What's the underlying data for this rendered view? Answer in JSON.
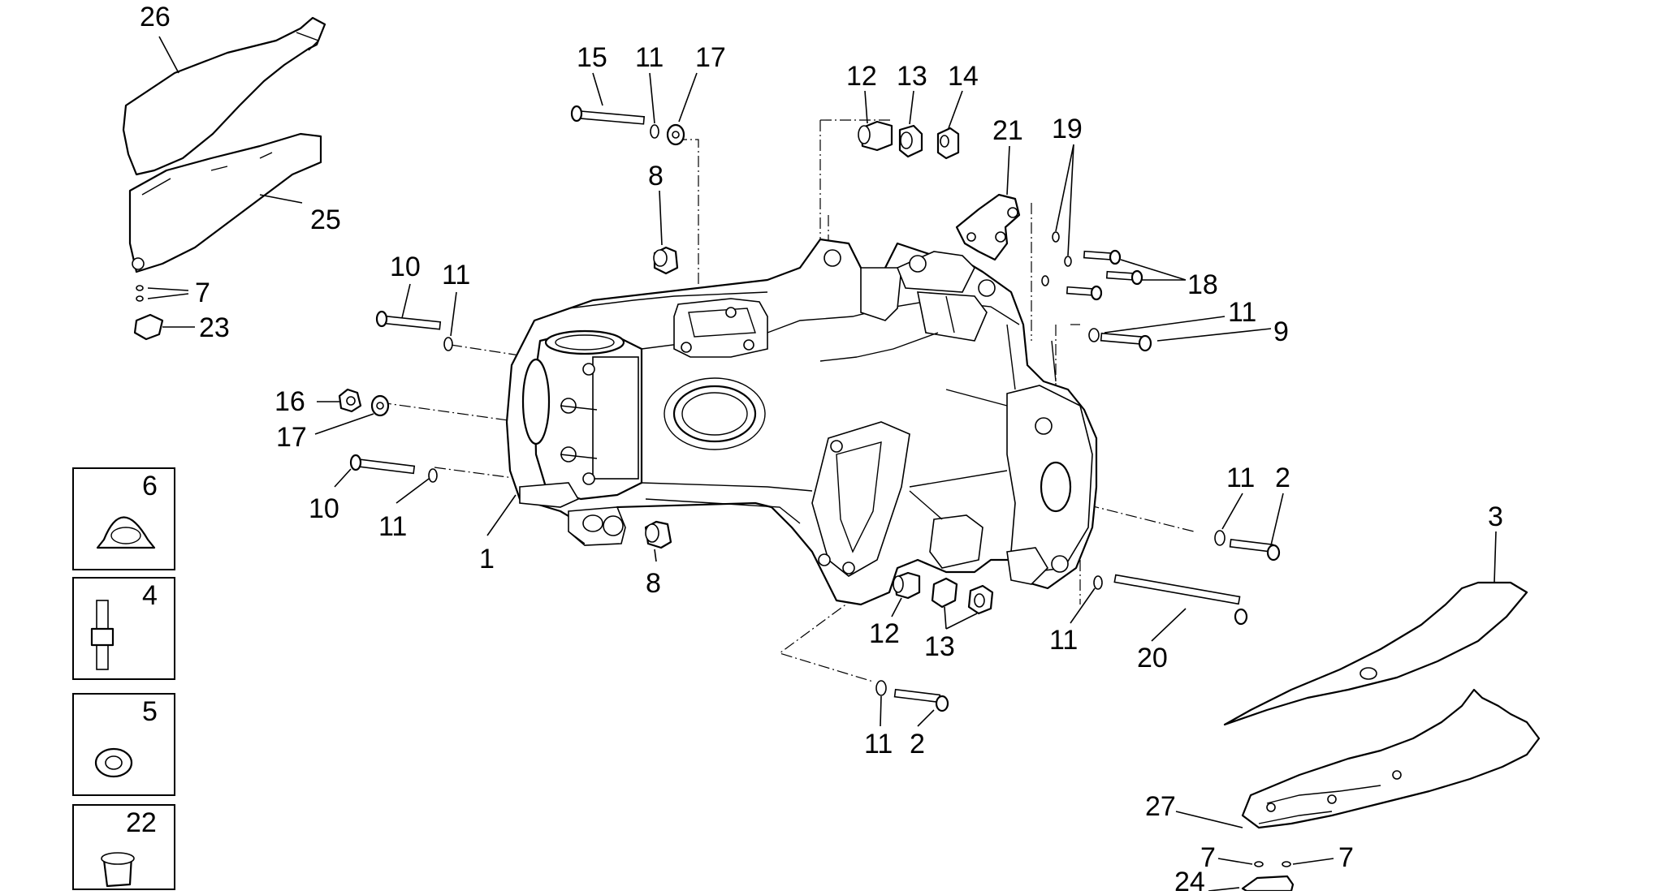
{
  "diagram": {
    "labels": [
      {
        "id": "l26",
        "text": "26"
      },
      {
        "id": "l25",
        "text": "25"
      },
      {
        "id": "l7a",
        "text": "7"
      },
      {
        "id": "l23",
        "text": "23"
      },
      {
        "id": "l15",
        "text": "15"
      },
      {
        "id": "l11a",
        "text": "11"
      },
      {
        "id": "l17a",
        "text": "17"
      },
      {
        "id": "l8a",
        "text": "8"
      },
      {
        "id": "l10a",
        "text": "10"
      },
      {
        "id": "l11b",
        "text": "11"
      },
      {
        "id": "l16",
        "text": "16"
      },
      {
        "id": "l17b",
        "text": "17"
      },
      {
        "id": "l10b",
        "text": "10"
      },
      {
        "id": "l11c",
        "text": "11"
      },
      {
        "id": "l1",
        "text": "1"
      },
      {
        "id": "l8b",
        "text": "8"
      },
      {
        "id": "l12a",
        "text": "12"
      },
      {
        "id": "l13a",
        "text": "13"
      },
      {
        "id": "l14",
        "text": "14"
      },
      {
        "id": "l21",
        "text": "21"
      },
      {
        "id": "l19",
        "text": "19"
      },
      {
        "id": "l18",
        "text": "18"
      },
      {
        "id": "l11d",
        "text": "11"
      },
      {
        "id": "l9",
        "text": "9"
      },
      {
        "id": "l11e",
        "text": "11"
      },
      {
        "id": "l2a",
        "text": "2"
      },
      {
        "id": "l3",
        "text": "3"
      },
      {
        "id": "l12b",
        "text": "12"
      },
      {
        "id": "l13b",
        "text": "13"
      },
      {
        "id": "l11f",
        "text": "11"
      },
      {
        "id": "l20",
        "text": "20"
      },
      {
        "id": "l11g",
        "text": "11"
      },
      {
        "id": "l2b",
        "text": "2"
      },
      {
        "id": "l27",
        "text": "27"
      },
      {
        "id": "l7b",
        "text": "7"
      },
      {
        "id": "l7c",
        "text": "7"
      },
      {
        "id": "l24",
        "text": "24"
      }
    ],
    "boxes": [
      {
        "id": "b6",
        "text": "6"
      },
      {
        "id": "b4",
        "text": "4"
      },
      {
        "id": "b5",
        "text": "5"
      },
      {
        "id": "b22",
        "text": "22"
      }
    ]
  }
}
